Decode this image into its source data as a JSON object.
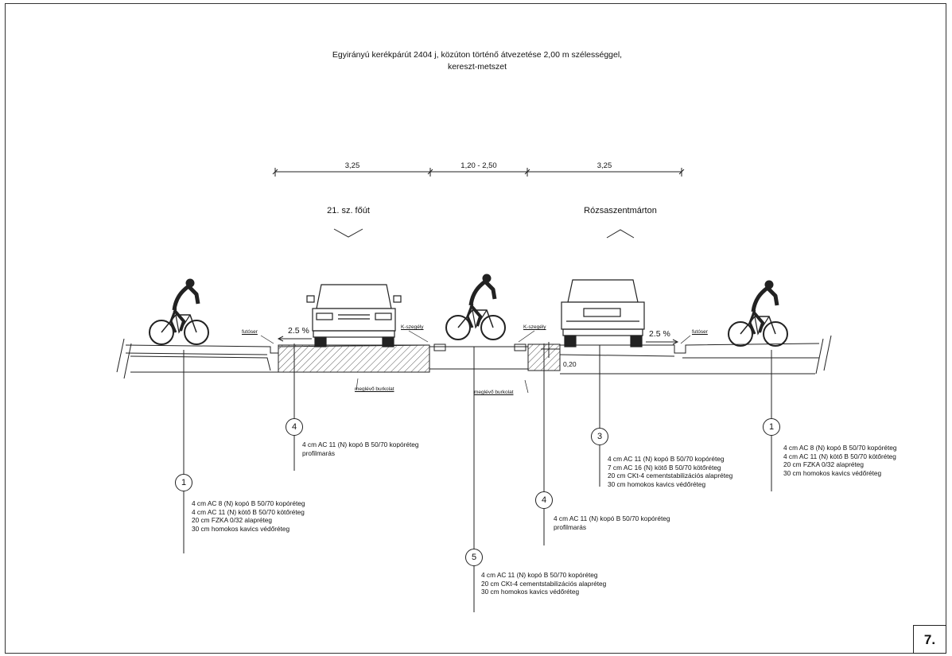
{
  "title": {
    "line1": "Egyirányú kerékpárút 2404 j, közúton történő átvezetése 2,00 m szélességgel,",
    "line2": "kereszt-metszet"
  },
  "dimensions": [
    "3,25",
    "1,20 - 2,50",
    "3,25"
  ],
  "directions": {
    "left": "21. sz. főút",
    "right": "Rózsaszentmárton"
  },
  "small_labels": {
    "futoser_left": "futóser",
    "kszegely_left": "K-szegély",
    "kszegely_right": "K-szegély",
    "futoser_right": "futóser",
    "meglevo_left": "meglévő burkolat",
    "meglevo_right": "meglévő burkolat",
    "dim_020": "0,20"
  },
  "slopes": {
    "left": "2.5 %",
    "right": "2.5 %"
  },
  "specs": [
    {
      "id": "spec-1-left",
      "number": "1",
      "lines": [
        "4 cm AC 8 (N) kopó B 50/70 kopóréteg",
        "4 cm AC 11 (N) kötő B 50/70 kötőréteg",
        "20 cm FZKA 0/32 alapréteg",
        "30 cm homokos kavics védőréteg"
      ]
    },
    {
      "id": "spec-4-left",
      "number": "4",
      "lines": [
        "4 cm AC 11 (N) kopó B 50/70 kopóréteg",
        "profilmarás"
      ]
    },
    {
      "id": "spec-5",
      "number": "5",
      "lines": [
        "4 cm AC 11 (N) kopó B 50/70 kopóréteg",
        "20 cm CKt-4 cementstabilizációs alapréteg",
        "30 cm homokos kavics védőréteg"
      ]
    },
    {
      "id": "spec-4-right",
      "number": "4",
      "lines": [
        "4 cm AC 11 (N) kopó B 50/70 kopóréteg",
        "profilmarás"
      ]
    },
    {
      "id": "spec-3",
      "number": "3",
      "lines": [
        "4 cm AC 11 (N) kopó B 50/70 kopóréteg",
        "7 cm AC 16 (N) kötő B 50/70 kötőréteg",
        "20 cm CKt-4 cementstabilizációs alapréteg",
        "30 cm homokos kavics védőréteg"
      ]
    },
    {
      "id": "spec-1-right",
      "number": "1",
      "lines": [
        "4 cm AC 8 (N) kopó B 50/70 kopóréteg",
        "4 cm AC 11 (N) kötő B 50/70 kötőréteg",
        "20 cm FZKA 0/32 alapréteg",
        "30 cm homokos kavics védőréteg"
      ]
    }
  ],
  "page_number": "7."
}
